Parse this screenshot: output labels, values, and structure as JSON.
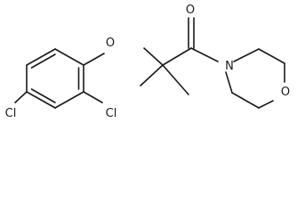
{
  "molecule": {
    "atom_labels": {
      "chlorine_para": "Cl",
      "chlorine_ortho": "Cl",
      "ether_oxygen": "O",
      "carbonyl_oxygen": "O",
      "amide_nitrogen": "N",
      "ring_oxygen": "O"
    }
  }
}
